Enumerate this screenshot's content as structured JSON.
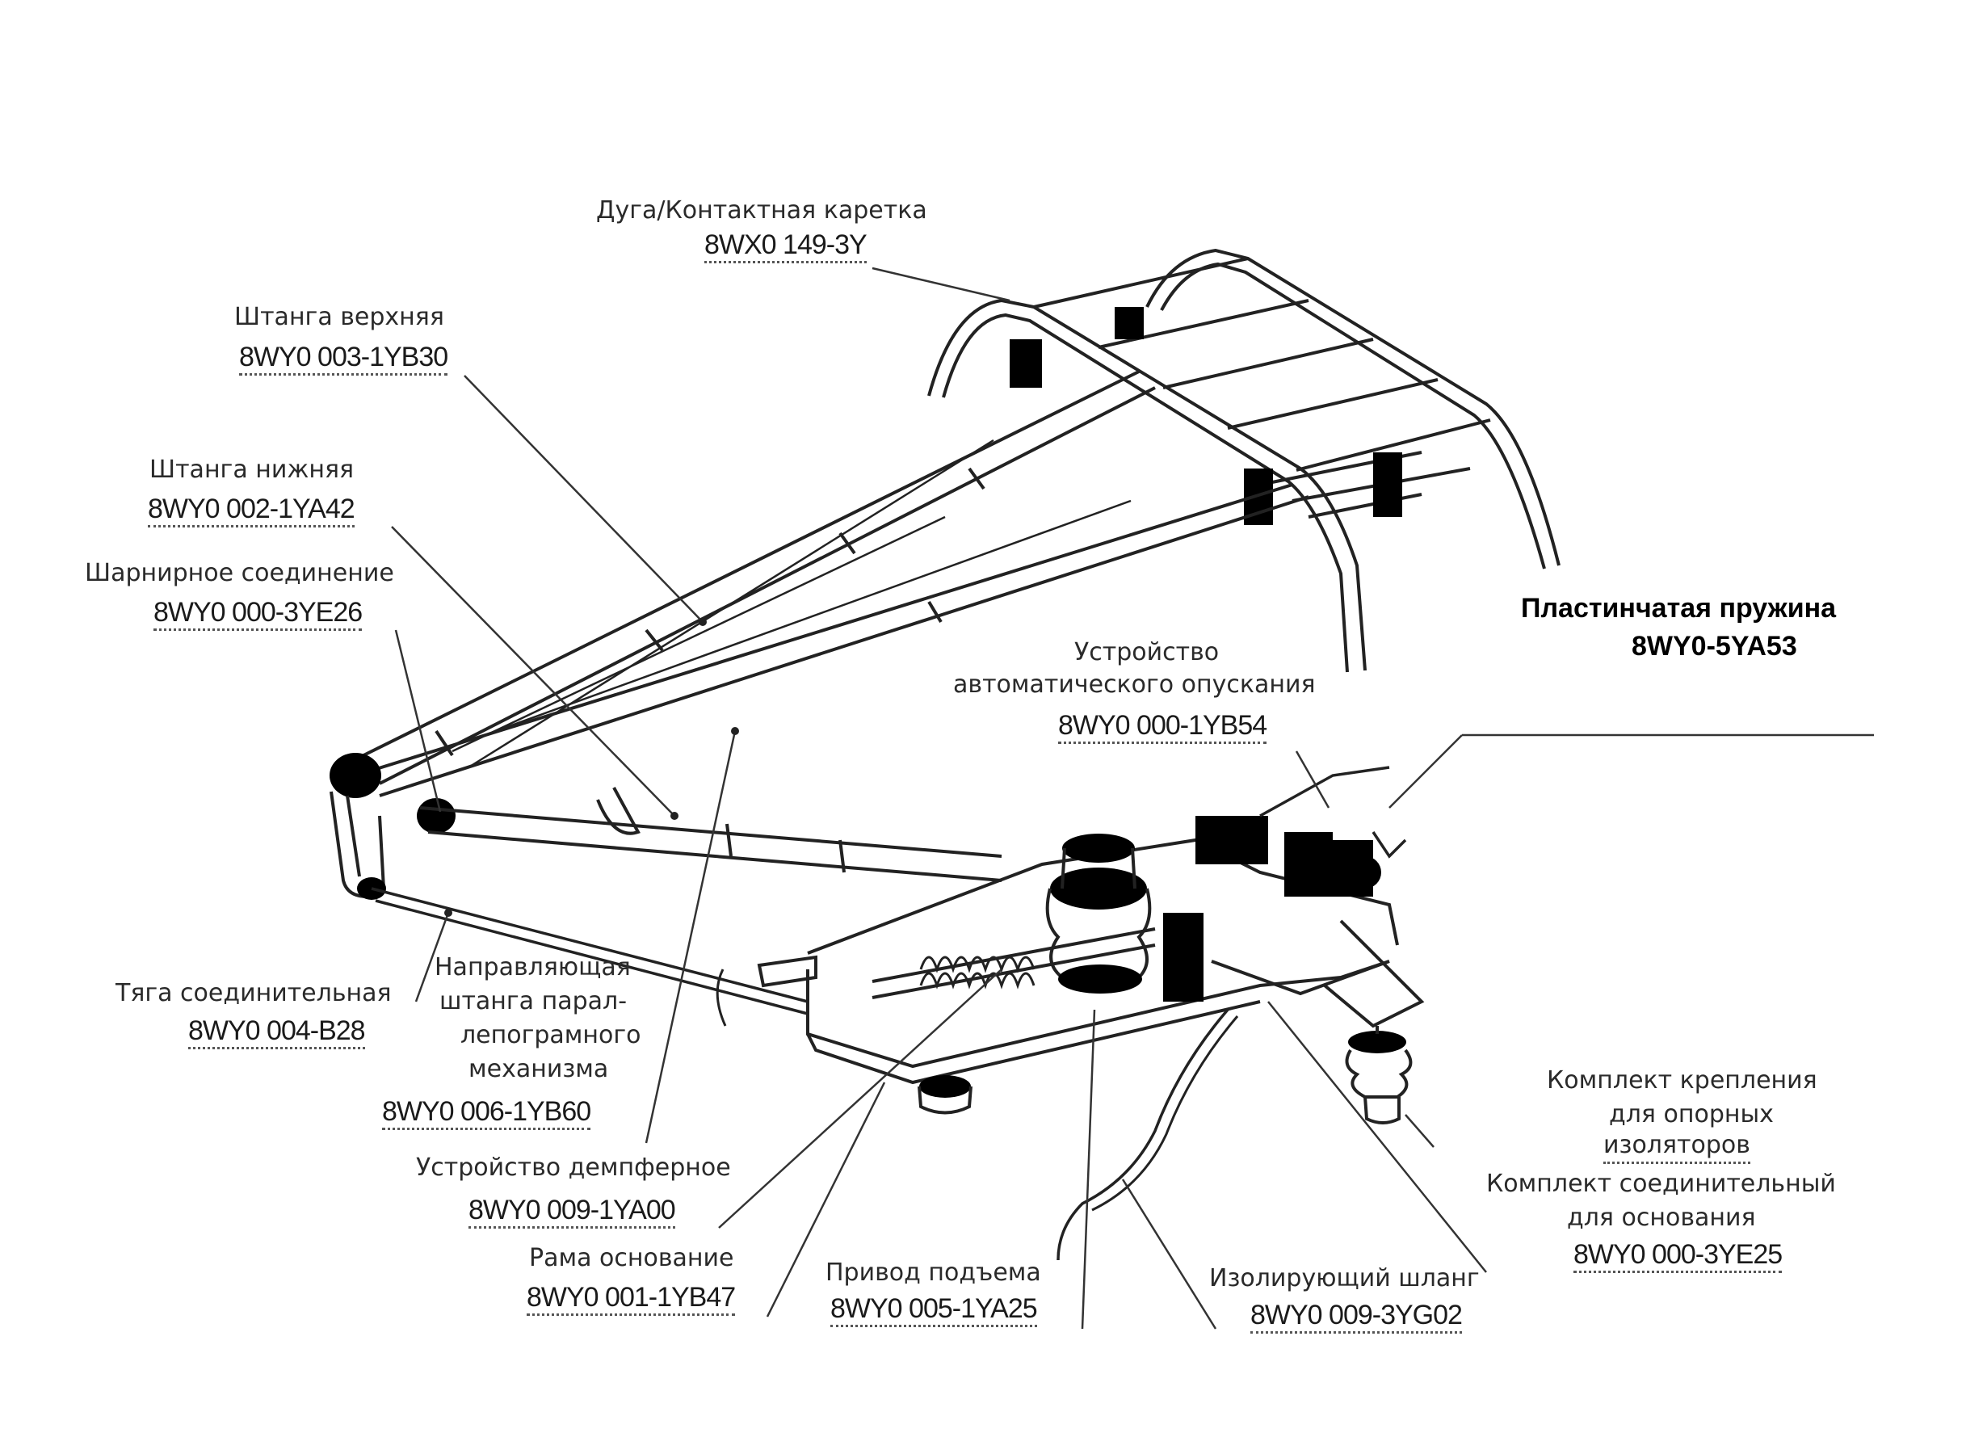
{
  "labels": {
    "arc": {
      "name": "Дуга/Контактная каретка",
      "code": "8WX0 149-3Y"
    },
    "upper_rod": {
      "name": "Штанга верхняя",
      "code": "8WY0 003-1YB30"
    },
    "lower_rod": {
      "name": "Штанга нижняя",
      "code": "8WY0 002-1YA42"
    },
    "hinge": {
      "name": "Шарнирное соединение",
      "code": "8WY0 000-3YE26"
    },
    "leaf_spring": {
      "line1": "Пластинчатая пружина",
      "line2": "8WY0-5YA53"
    },
    "auto_lower": {
      "line1": "Устройство",
      "line2": "автоматического опускания",
      "code": "8WY0 000-1YB54"
    },
    "connecting_link": {
      "name": "Тяга соединительная",
      "code": "8WY0 004-B28"
    },
    "guide_rod": {
      "line1": "Направляющая",
      "line2": "штанга  парал-",
      "line3": "лепограмного",
      "line4": "механизма",
      "code": "8WY0 006-1YB60"
    },
    "damper": {
      "name": "Устройство демпферное",
      "code": "8WY0 009-1YA00"
    },
    "base_frame": {
      "name": "Рама основание",
      "code": "8WY0 001-1YB47"
    },
    "lift_drive": {
      "name": "Привод подъема",
      "code": "8WY0 005-1YA25"
    },
    "insulating_hose": {
      "name": "Изолирующий шланг",
      "code": "8WY0 009-3YG02"
    },
    "insulator_mount": {
      "line1": "Комплект крепления",
      "line2": "для опорных",
      "line3": "изоляторов"
    },
    "base_connect": {
      "line1": "Комплект  соединительный",
      "line2": "для основания",
      "code": "8WY0 000-3YE25"
    }
  }
}
